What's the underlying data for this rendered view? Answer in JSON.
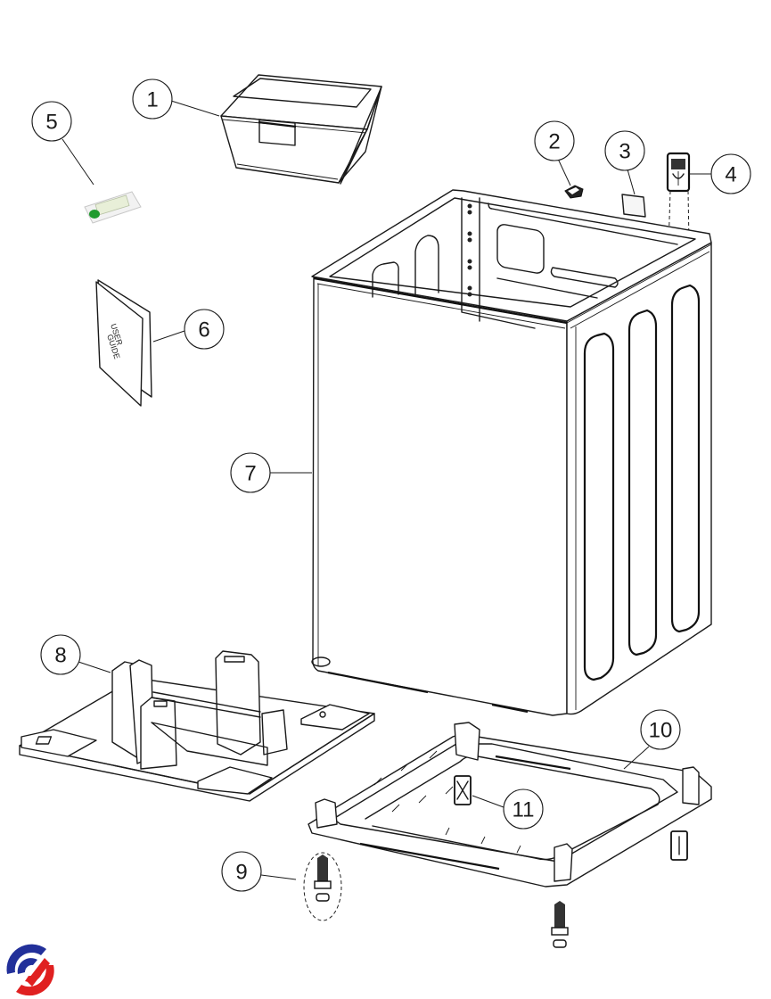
{
  "diagram": {
    "title": "Cabinet assembly exploded parts view",
    "callouts": [
      {
        "number": "1",
        "part": "box"
      },
      {
        "number": "2",
        "part": "clip"
      },
      {
        "number": "3",
        "part": "label-pad"
      },
      {
        "number": "4",
        "part": "latch"
      },
      {
        "number": "5",
        "part": "level-vial"
      },
      {
        "number": "6",
        "part": "user-guide"
      },
      {
        "number": "7",
        "part": "cabinet"
      },
      {
        "number": "8",
        "part": "packing-base"
      },
      {
        "number": "9",
        "part": "leveling-leg-and-nut"
      },
      {
        "number": "10",
        "part": "base-frame"
      },
      {
        "number": "11",
        "part": "frame-insert"
      }
    ],
    "user_guide_text": [
      "USER",
      "GUIDE"
    ],
    "colors": {
      "line": "#1a1a1a",
      "level_green": "#1f9a2e",
      "logo_blue": "#22309a",
      "logo_red": "#e02020"
    }
  }
}
